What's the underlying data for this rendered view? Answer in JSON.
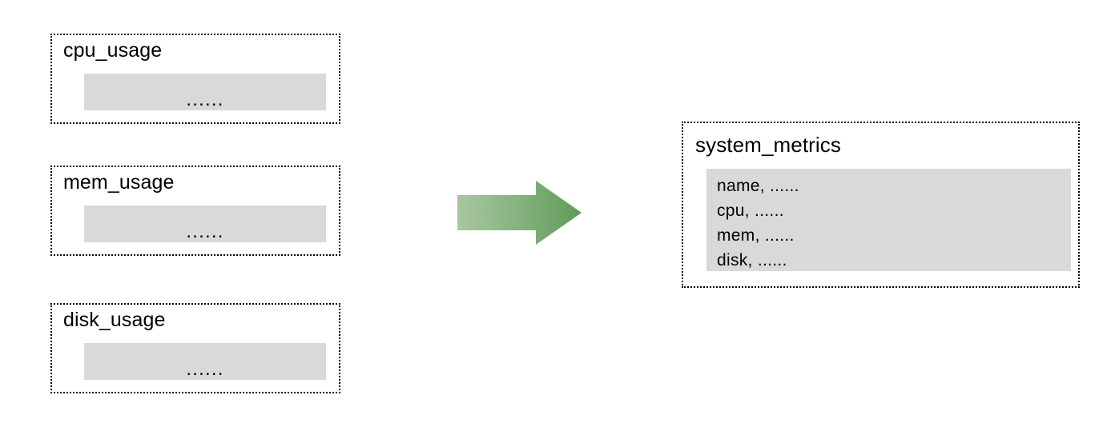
{
  "diagram": {
    "type": "data-merge-flow",
    "background_color": "#ffffff",
    "sources": [
      {
        "id": "cpu",
        "title": "cpu_usage",
        "body": "......",
        "box_color": "#d9d9d9"
      },
      {
        "id": "mem",
        "title": "mem_usage",
        "body": "......",
        "box_color": "#d9d9d9"
      },
      {
        "id": "disk",
        "title": "disk_usage",
        "body": "......",
        "box_color": "#d9d9d9"
      }
    ],
    "arrow": {
      "name": "merge-arrow",
      "direction": "right",
      "gradient_from": "#a8c7a1",
      "gradient_to": "#5f9a58"
    },
    "target": {
      "id": "system_metrics",
      "title": "system_metrics",
      "box_color": "#d9d9d9",
      "rows": [
        "name, ......",
        "cpu, ......",
        "mem, ......",
        "disk, ......"
      ]
    }
  }
}
